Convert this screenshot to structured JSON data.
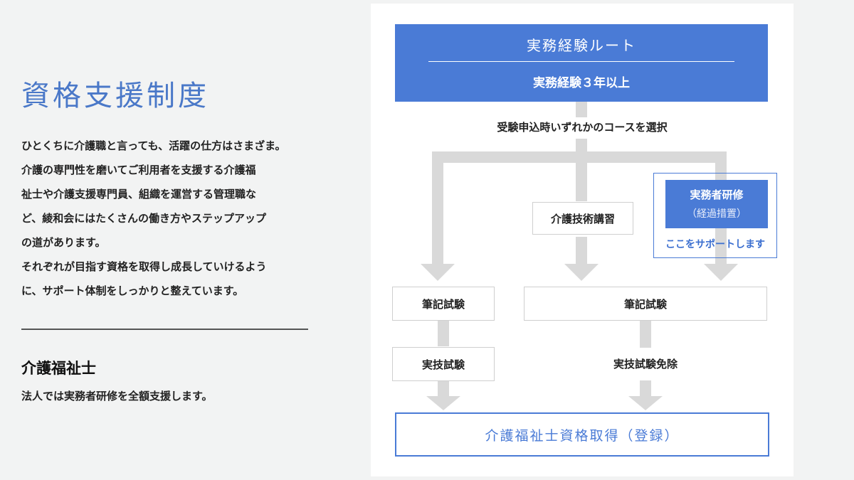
{
  "left": {
    "title": "資格支援制度",
    "intro_lines": [
      "ひとくちに介護職と言っても、活躍の仕方はさまざま。",
      "介護の専門性を磨いてご利用者を支援する介護福",
      "祉士や介護支援専門員、組織を運営する管理職な",
      "ど、綾和会にはたくさんの働き方やステップアップ",
      "の道があります。",
      "それぞれが目指す資格を取得し成長していけるよう",
      "に、サポート体制をしっかりと整えています。"
    ],
    "subsection_title": "介護福祉士",
    "subsection_desc": "法人では実務者研修を全額支援します。"
  },
  "flow": {
    "route_title": "実務経験ルート",
    "route_sub": "実務経験３年以上",
    "choose_course": "受験申込時いずれかのコースを選択",
    "kaigo_gijutsu": "介護技術講習",
    "jitsumusha_kenshu": "実務者研修",
    "keika_sochi": "（経過措置）",
    "support_note": "ここをサポートします",
    "written_exam_left": "筆記試験",
    "written_exam_right": "筆記試験",
    "practical_exam": "実技試験",
    "practical_exempt": "実技試験免除",
    "final": "介護福祉士資格取得（登録）"
  },
  "colors": {
    "accent_blue": "#4a7bd6",
    "arrow_gray": "#d9d9d9"
  }
}
